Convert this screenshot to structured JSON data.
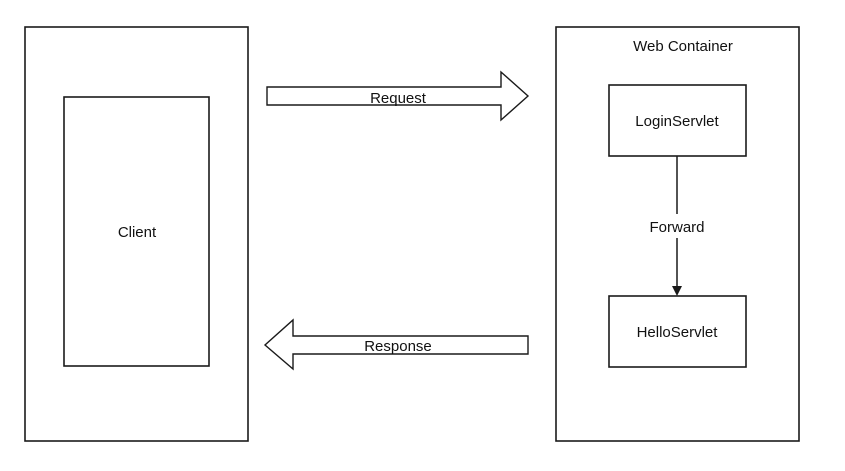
{
  "diagram": {
    "client": {
      "label": "Client"
    },
    "container": {
      "title": "Web Container",
      "servlet_top": "LoginServlet",
      "servlet_bottom": "HelloServlet",
      "forward_label": "Forward"
    },
    "flows": {
      "request_label": "Request",
      "response_label": "Response"
    }
  }
}
